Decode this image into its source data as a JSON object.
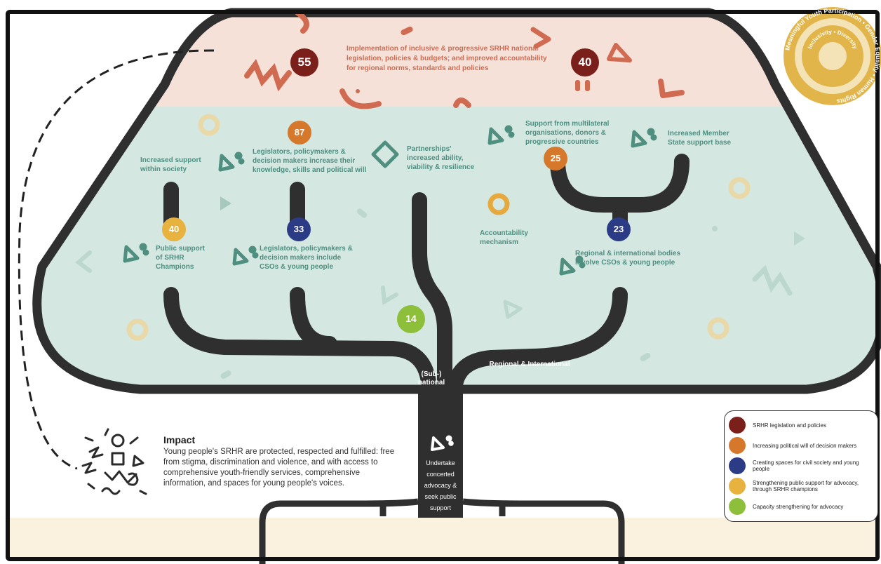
{
  "outcome_top": "Implementation of inclusive & progressive SRHR national legislation, policies & budgets; and improved accountability for regional norms, standards and policies",
  "nodes": {
    "increased_support_society": "Increased support within society",
    "legislators_knowledge": "Legislators, policymakers & decision makers increase their knowledge, skills and political will",
    "partnerships": "Partnerships' increased ability, viability & resilience",
    "multilateral_support": "Support from multilateral organisations, donors & progressive countries",
    "member_state_support": "Increased Member State support base",
    "public_support_champions": "Public support of SRHR Champions",
    "legislators_include": "Legislators, policymakers & decision makers include CSOs & young people",
    "accountability": "Accountability mechanism",
    "regional_bodies": "Regional & international bodies involve CSOs & young people"
  },
  "badges": {
    "b55": "55",
    "b40_top": "40",
    "b87": "87",
    "b25": "25",
    "b40": "40",
    "b33": "33",
    "b23": "23",
    "b14": "14"
  },
  "branches": {
    "sub_national": "(Sub-) national",
    "regional": "Regional & International"
  },
  "trunk_text": "Undertake concerted advocacy & seek public support",
  "impact": {
    "title": "Impact",
    "body": "Young people's SRHR are protected, respected and fulfilled: free from stigma, discrimination and violence, and with access to comprehensive youth-friendly services, comprehensive information, and spaces for young people's voices."
  },
  "seal": {
    "outer_text": "Meaningful Youth Participation  Gender Equality  Human Rights",
    "inner_text": "Inclusivity  Diversity"
  },
  "legend": [
    {
      "label": "SRHR legislation and policies",
      "color": "#7a1f1a"
    },
    {
      "label": "Increasing political will of decision makers",
      "color": "#d6782c"
    },
    {
      "label": "Creating spaces for civil society and young people",
      "color": "#2c3b85"
    },
    {
      "label": "Strengthening public support for advocacy, through SRHR champions",
      "color": "#e8b23e"
    },
    {
      "label": "Capacity strengthening for advocacy",
      "color": "#8dbf3a"
    }
  ],
  "colors": {
    "crown_top": "#f6e1d8",
    "crown_main": "#d4e7e1",
    "trunk": "#2f2f2f",
    "ground": "#fbf1df",
    "accent_red": "#d06b52",
    "accent_green": "#4e8f80"
  }
}
